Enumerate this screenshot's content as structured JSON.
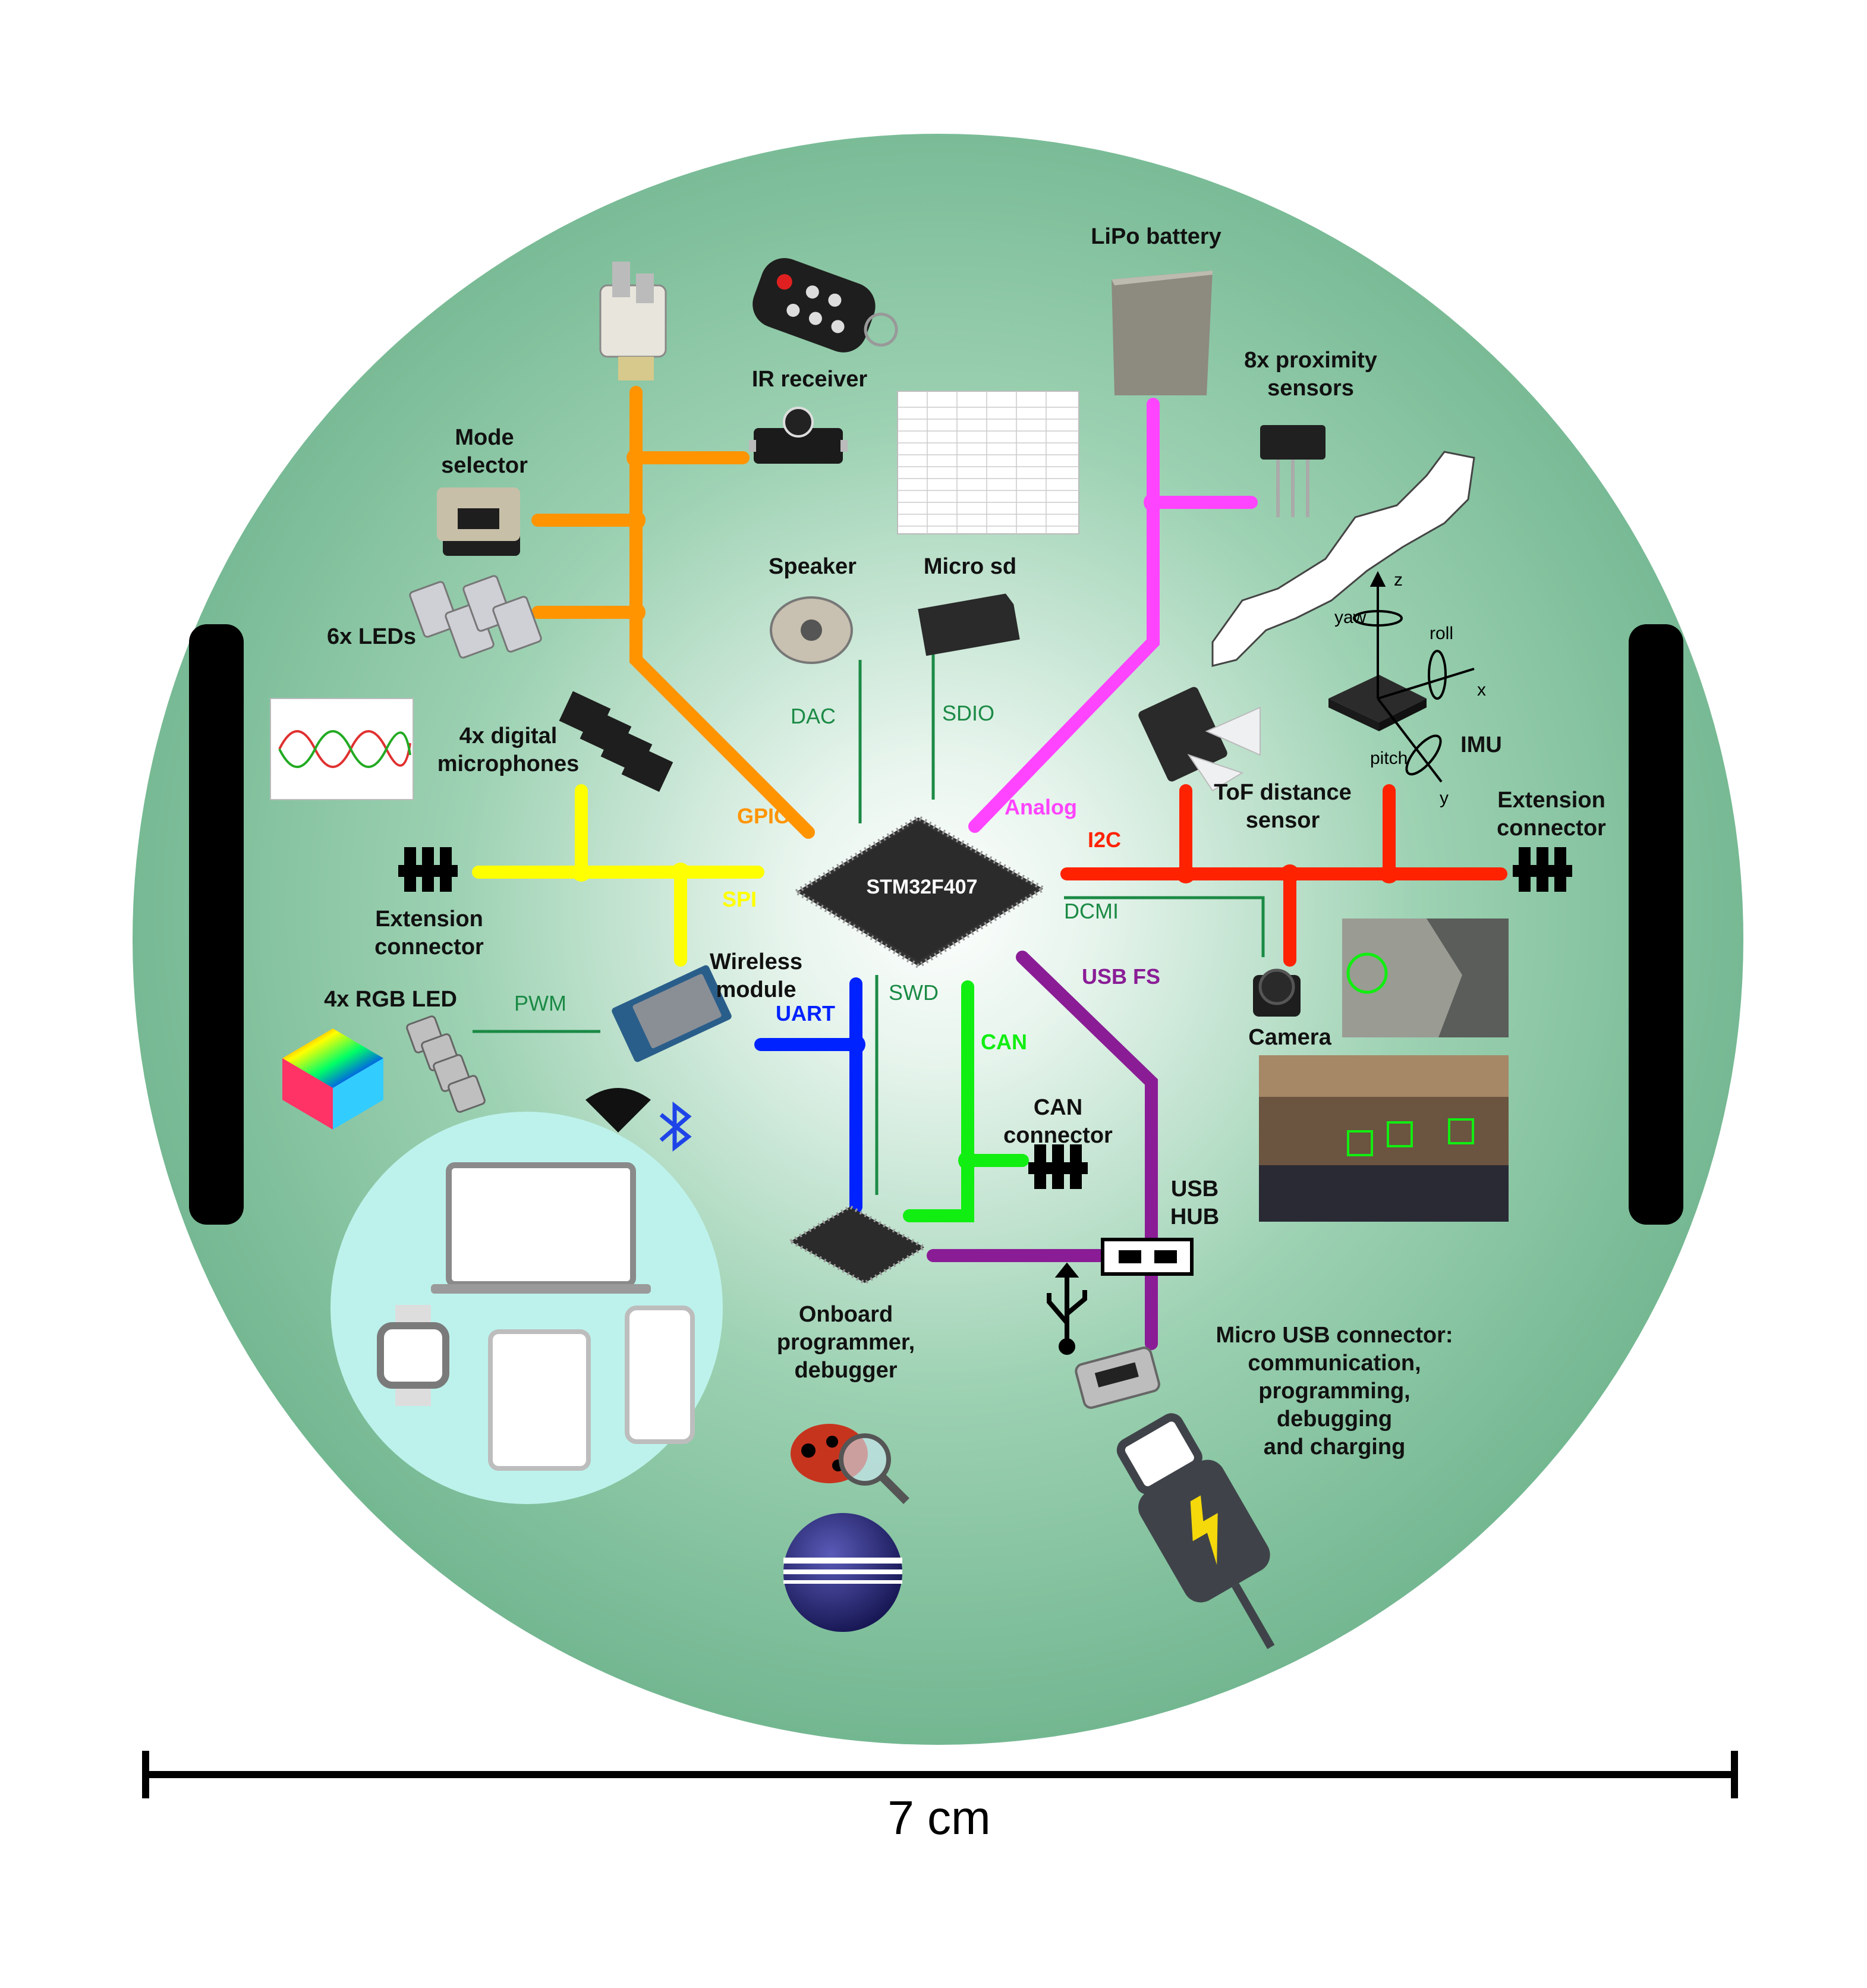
{
  "mcu": "STM32F407",
  "labels": {
    "lipo": "LiPo battery",
    "proximity_1": "8x proximity",
    "proximity_2": "sensors",
    "ir": "IR receiver",
    "mode_1": "Mode",
    "mode_2": "selector",
    "leds": "6x LEDs",
    "speaker": "Speaker",
    "microsd": "Micro sd",
    "mics_1": "4x digital",
    "mics_2": "microphones",
    "ext_left_1": "Extension",
    "ext_left_2": "connector",
    "wireless_1": "Wireless",
    "wireless_2": "module",
    "rgb": "4x RGB LED",
    "tof_1": "ToF distance",
    "tof_2": "sensor",
    "imu": "IMU",
    "ext_right_1": "Extension",
    "ext_right_2": "connector",
    "camera": "Camera",
    "can_conn_1": "CAN",
    "can_conn_2": "connector",
    "usbhub_1": "USB",
    "usbhub_2": "HUB",
    "prog_1": "Onboard",
    "prog_2": "programmer,",
    "prog_3": "debugger",
    "microusb_1": "Micro USB connector:",
    "microusb_2": "communication,",
    "microusb_3": "programming,",
    "microusb_4": "debugging",
    "microusb_5": "and charging"
  },
  "imu_axes": {
    "z": "z",
    "x": "x",
    "y": "y",
    "yaw": "yaw",
    "roll": "roll",
    "pitch": "pitch"
  },
  "buses": {
    "gpio": {
      "label": "GPIO",
      "color": "#ff9400"
    },
    "analog": {
      "label": "Analog",
      "color": "#ff44ff"
    },
    "spi": {
      "label": "SPI",
      "color": "#ffff00"
    },
    "i2c": {
      "label": "I2C",
      "color": "#ff2200"
    },
    "uart": {
      "label": "UART",
      "color": "#0022ff"
    },
    "can": {
      "label": "CAN",
      "color": "#11ee11"
    },
    "usbfs": {
      "label": "USB FS",
      "color": "#8a1d96"
    },
    "dac": {
      "label": "DAC",
      "color": "#1b8a45"
    },
    "sdio": {
      "label": "SDIO",
      "color": "#1b8a45"
    },
    "dcmi": {
      "label": "DCMI",
      "color": "#1b8a45"
    },
    "swd": {
      "label": "SWD",
      "color": "#1b8a45"
    },
    "pwm": {
      "label": "PWM",
      "color": "#1b8a45"
    }
  },
  "scale_label": "7 cm",
  "colors": {
    "disk_center": "#ffffff",
    "disk_edge": "#6db38c",
    "wheel": "#000000",
    "devices_bubble": "#bdf2ec",
    "chip": "#2b2b2b"
  }
}
